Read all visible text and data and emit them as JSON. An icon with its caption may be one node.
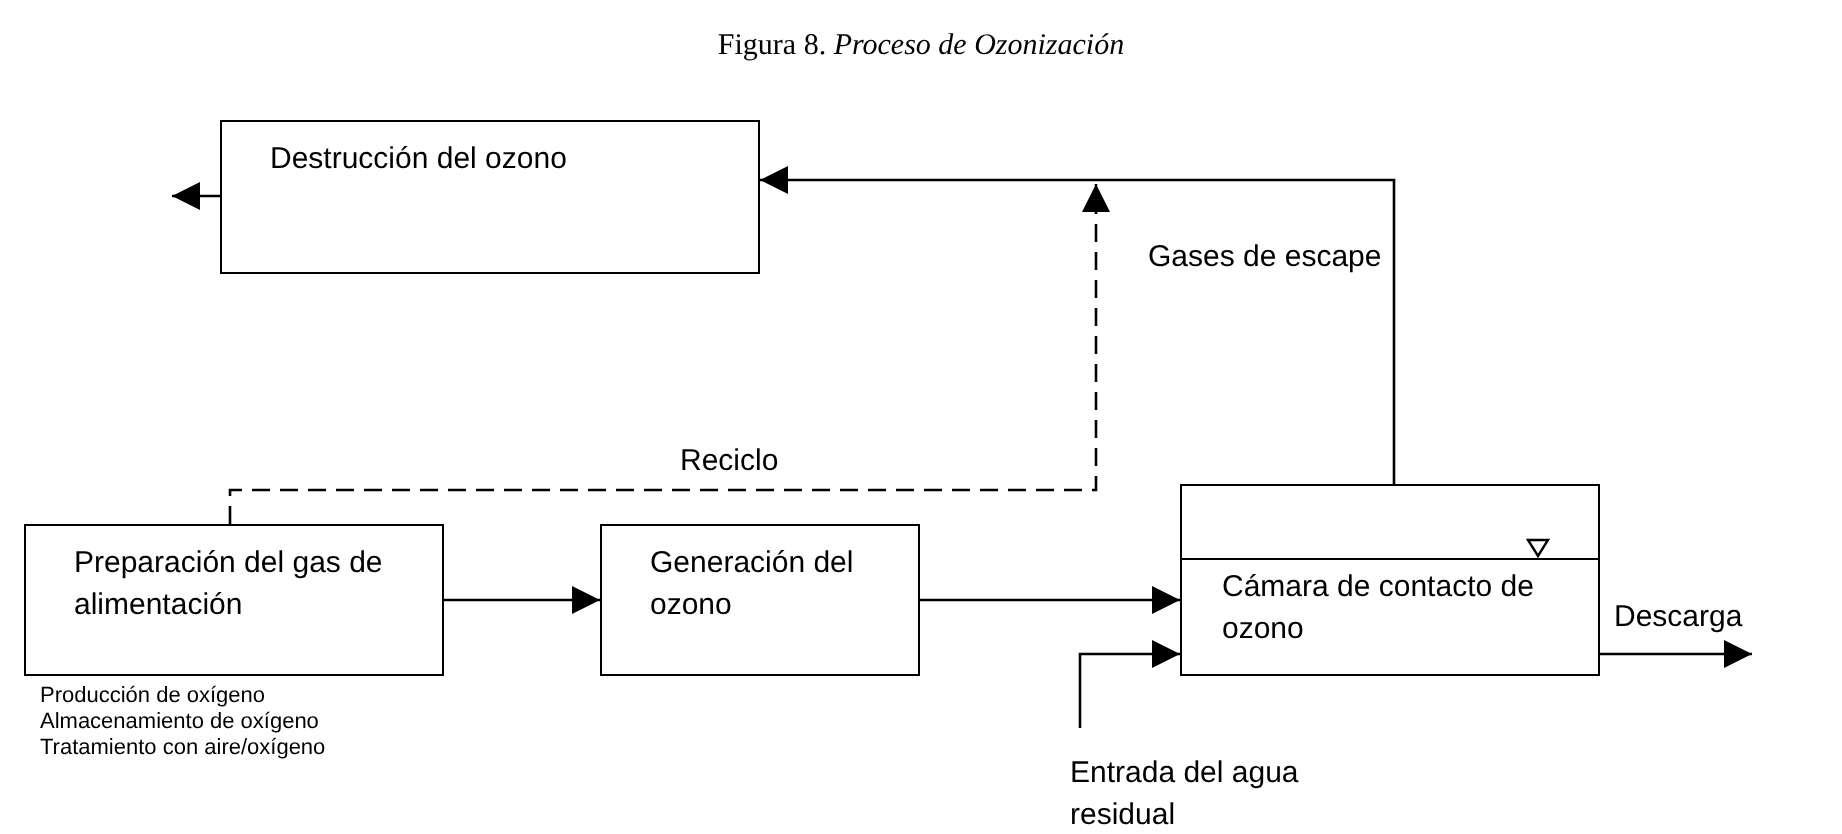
{
  "diagram": {
    "title": "Figura 8. *Proceso de Ozonización*",
    "nodes": [
      {
        "text": [
          "Destrucción del ozono"
        ]
      },
      {
        "text": [
          "Preparación del gas de alimentación"
        ],
        "beside": [
          "Producción de oxígeno",
          "Almacenamiento de oxígeno",
          "Tratamiento con aire/oxígeno"
        ]
      },
      {
        "text": [
          "Generación del ozono"
        ]
      },
      {
        "text": [
          "Cámara de contacto de ozono"
        ]
      },
      {
        "text": [
          "Entrada del agua residual"
        ]
      }
    ],
    "edges": [
      {
        "from": 0,
        "to": null,
        "arrow": "to"
      },
      {
        "from": 3,
        "to": 0,
        "arrow": "to",
        "label": "Gases de escape"
      },
      {
        "from": 1,
        "to": null,
        "arrow": "to",
        "label": "Reciclo",
        "style": "dashed"
      },
      {
        "from": 1,
        "to": 2,
        "arrow": "to"
      },
      {
        "from": 2,
        "to": 3,
        "arrow": "to"
      },
      {
        "from": 4,
        "to": 3,
        "arrow": "to"
      },
      {
        "from": 3,
        "to": null,
        "arrow": "to",
        "label": "Descarga"
      }
    ]
  }
}
